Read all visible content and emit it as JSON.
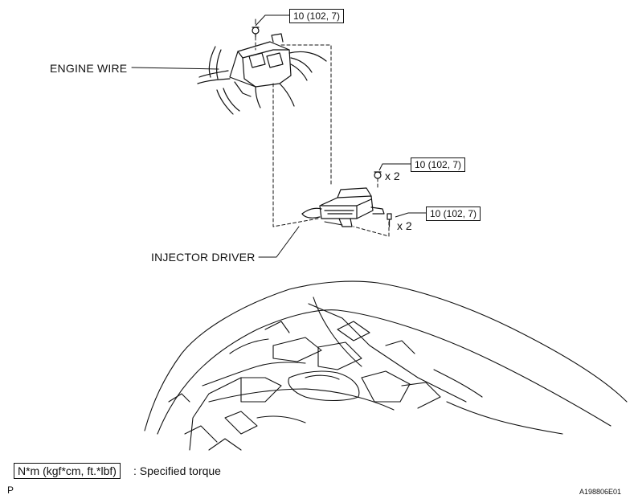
{
  "callouts": {
    "engine_wire": "ENGINE WIRE",
    "injector_driver": "INJECTOR DRIVER"
  },
  "torques": {
    "top_nut": "10 (102, 7)",
    "driver_nut": "10 (102, 7)",
    "driver_bolt": "10 (102, 7)"
  },
  "quantities": {
    "nut": "x 2",
    "bolt": "x 2"
  },
  "legend": {
    "unit": "N*m (kgf*cm, ft.*lbf)",
    "description": ": Specified torque"
  },
  "footer": {
    "left_code": "P",
    "figure_id": "A198806E01"
  },
  "colors": {
    "line": "#111111",
    "background": "#ffffff"
  }
}
